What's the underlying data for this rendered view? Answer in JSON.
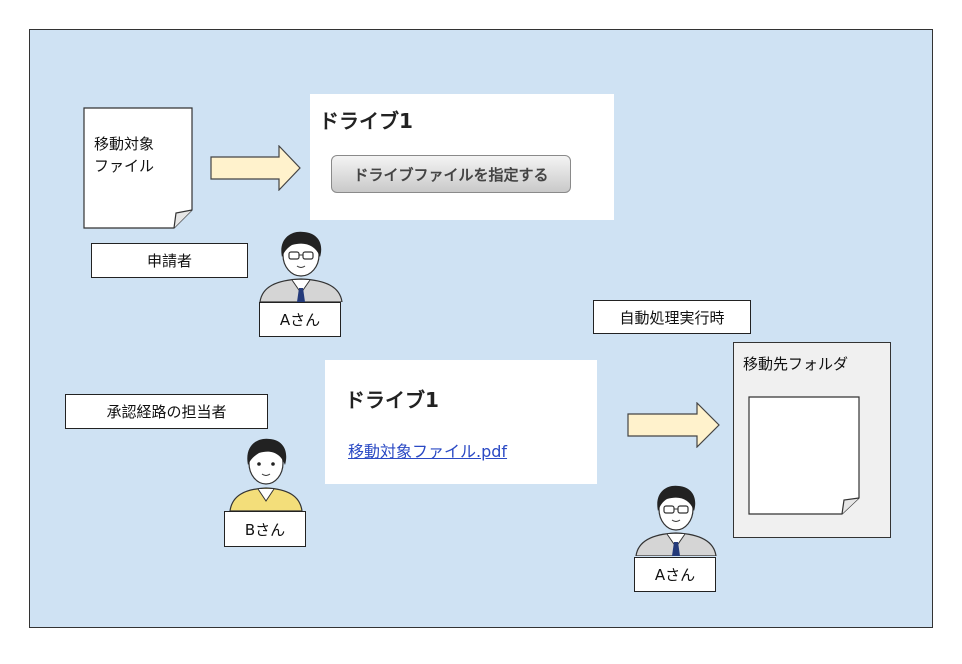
{
  "document": {
    "line1": "移動対象",
    "line2": "ファイル"
  },
  "applicant_label": "申請者",
  "person_a_label": "Aさん",
  "drive_top": {
    "title": "ドライブ1",
    "button_label": "ドライブファイルを指定する"
  },
  "auto_label": "自動処理実行時",
  "approver_label": "承認経路の担当者",
  "drive_bottom": {
    "title": "ドライブ1",
    "file_link": "移動対象ファイル.pdf"
  },
  "person_b_label": "Bさん",
  "dest_folder": {
    "title": "移動先フォルダ"
  },
  "person_a2_label": "Aさん",
  "colors": {
    "canvas": "#cfe2f3",
    "arrow_fill": "#fff2cc",
    "link": "#2a49c4",
    "shirt_b": "#f3de7a"
  }
}
